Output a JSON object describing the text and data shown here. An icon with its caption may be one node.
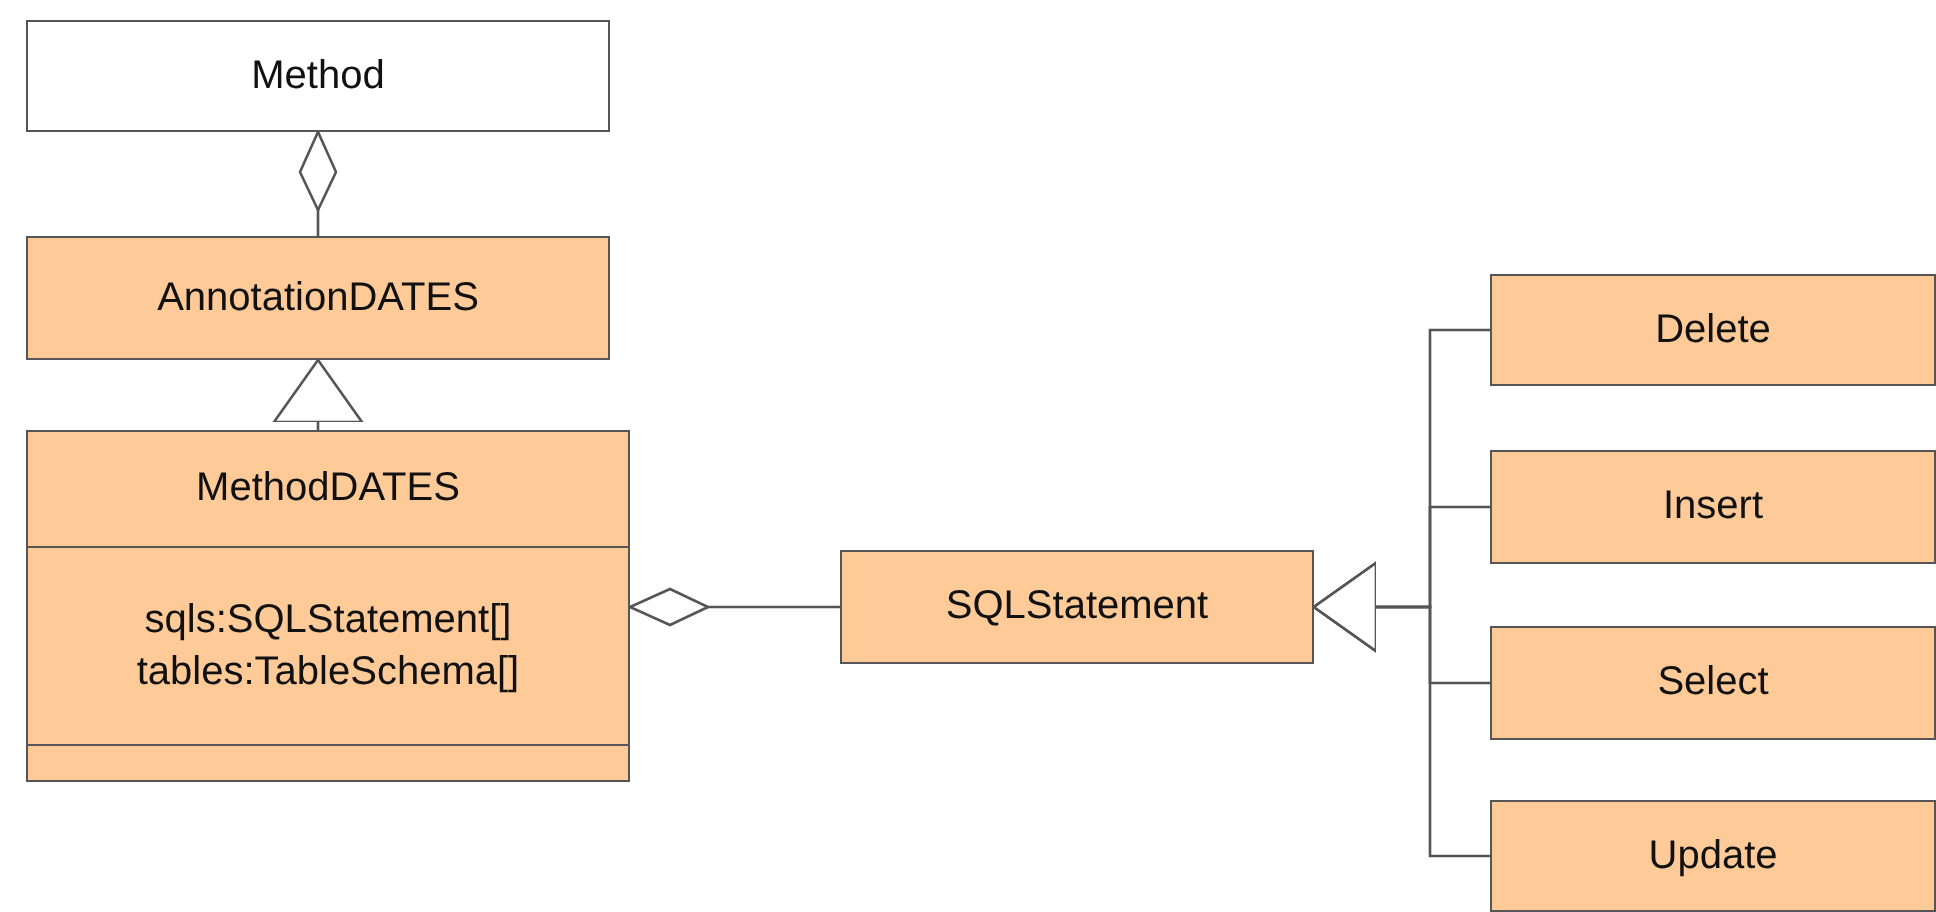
{
  "diagram": {
    "nodes": [
      {
        "text": [
          "Method"
        ]
      },
      {
        "text": [
          "AnnotationDATES"
        ]
      },
      {
        "text": [
          "MethodDATES",
          "sqls:SQLStatement[]",
          "tables:TableSchema[]"
        ]
      },
      {
        "text": [
          "SQLStatement"
        ]
      },
      {
        "text": [
          "Delete"
        ]
      },
      {
        "text": [
          "Insert"
        ]
      },
      {
        "text": [
          "Select"
        ]
      },
      {
        "text": [
          "Update"
        ]
      }
    ],
    "edges": [
      {
        "from": 1,
        "to": 0,
        "arrow": "other"
      },
      {
        "from": 2,
        "to": 1,
        "arrow": "to"
      },
      {
        "from": 3,
        "to": 2,
        "arrow": "other"
      },
      {
        "from": 4,
        "to": 3,
        "arrow": "to"
      },
      {
        "from": 5,
        "to": 3,
        "arrow": "to"
      },
      {
        "from": 6,
        "to": 3,
        "arrow": "to"
      },
      {
        "from": 7,
        "to": 3,
        "arrow": "to"
      }
    ]
  }
}
